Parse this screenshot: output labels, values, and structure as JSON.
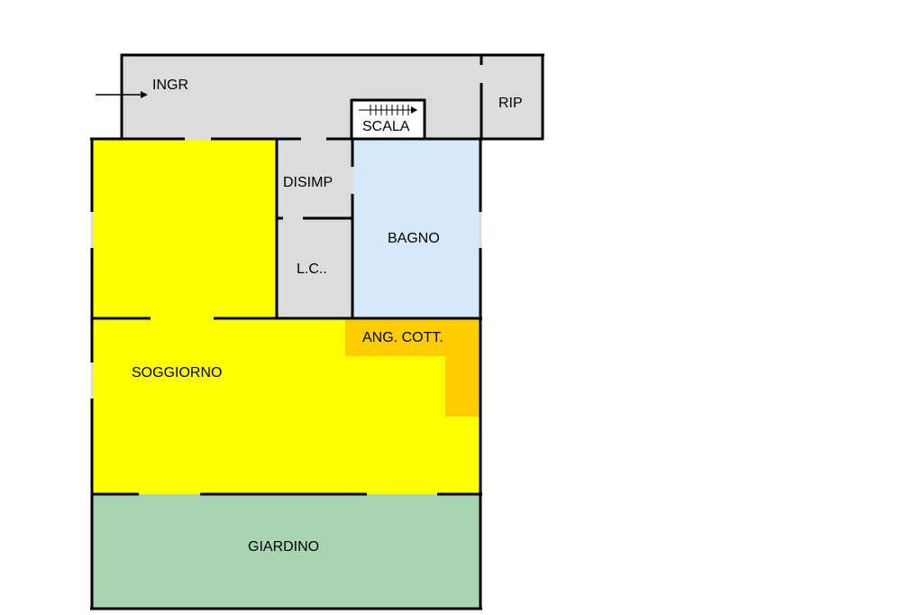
{
  "plan": {
    "rooms": [
      {
        "id": "ingresso",
        "label": "INGR",
        "color": "#dcdcdc"
      },
      {
        "id": "ripostiglio",
        "label": "RIP",
        "color": "#dcdcdc"
      },
      {
        "id": "scala",
        "label": "SCALA",
        "color": "#ffffff"
      },
      {
        "id": "disimpegno",
        "label": "DISIMP",
        "color": "#dcdcdc"
      },
      {
        "id": "lc",
        "label": "L.C..",
        "color": "#dcdcdc"
      },
      {
        "id": "bagno",
        "label": "BAGNO",
        "color": "#d6e9fb"
      },
      {
        "id": "camera",
        "label": "",
        "color": "#ffff00"
      },
      {
        "id": "soggiorno",
        "label": "SOGGIORNO",
        "color": "#ffff00"
      },
      {
        "id": "angolo",
        "label": "ANG. COTT.",
        "color": "#ffcc00"
      },
      {
        "id": "giardino",
        "label": "GIARDINO",
        "color": "#a8d5b0"
      }
    ],
    "wall_color": "#000000",
    "icons": {
      "entry": "entry-arrow-icon",
      "stairs": "stairs-arrow-icon"
    }
  }
}
